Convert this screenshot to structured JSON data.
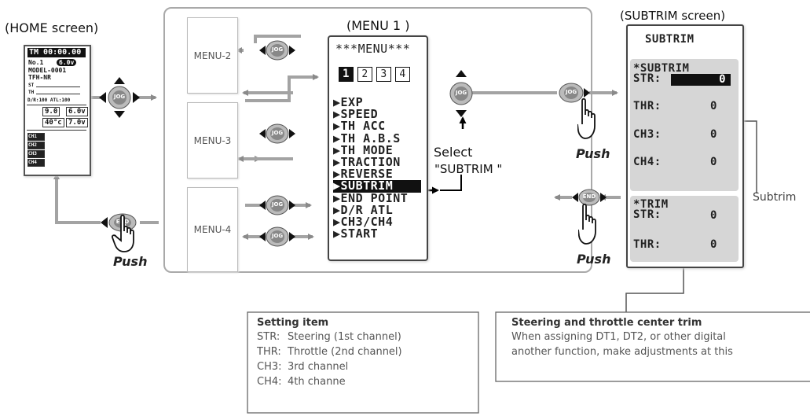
{
  "home": {
    "label": "(HOME screen)",
    "lcd": {
      "timer": "TM 00:00.00",
      "model_no": "No.1",
      "voltage": "6.0v",
      "model": "MODEL-0001",
      "type": "TFH-NR",
      "st": "ST",
      "th": "TH",
      "dr": "D/R:100 ATL:100",
      "v1": "9.0",
      "v2": "6.0v",
      "temp": "40°c",
      "v3": "7.0v",
      "ch_rows": [
        "CH1",
        "CH2",
        "CH3",
        "CH4"
      ]
    }
  },
  "menus": [
    "MENU-2",
    "MENU-3",
    "MENU-4"
  ],
  "menu1": {
    "title": "(MENU 1 )",
    "header": "***MENU***",
    "pages": [
      "1",
      "2",
      "3",
      "4"
    ],
    "items": [
      "▶EXP",
      "▶SPEED",
      "▶TH ACC",
      "▶TH A.B.S",
      "▶TH MODE",
      "▶TRACTION",
      "▶REVERSE",
      "▶SUBTRIM",
      "▶END POINT",
      "▶D/R ATL",
      "▶CH3/CH4",
      "▶START"
    ],
    "selected": 7
  },
  "select_note": {
    "line1": "Select",
    "line2": "\"SUBTRIM \""
  },
  "subtrim": {
    "label": "(SUBTRIM screen)",
    "title": "SUBTRIM",
    "group1_title": "*SUBTRIM",
    "rows1": [
      {
        "name": "STR:",
        "value": "0"
      },
      {
        "name": "THR:",
        "value": "0"
      },
      {
        "name": "CH3:",
        "value": "0"
      },
      {
        "name": "CH4:",
        "value": "0"
      }
    ],
    "group2_title": "*TRIM",
    "rows2": [
      {
        "name": "STR:",
        "value": "0"
      },
      {
        "name": "THR:",
        "value": "0"
      }
    ]
  },
  "subtrim_callout": "Subtrim",
  "buttons": {
    "jog": "JOG",
    "end": "END",
    "push": "Push"
  },
  "setting_box": {
    "title": "Setting item",
    "items": [
      {
        "key": "STR:",
        "desc": "Steering (1st channel)"
      },
      {
        "key": "THR:",
        "desc": "Throttle (2nd channel)"
      },
      {
        "key": "CH3:",
        "desc": "3rd channel"
      },
      {
        "key": "CH4:",
        "desc": "4th channe"
      }
    ]
  },
  "trim_box": {
    "title": "Steering and throttle center trim",
    "line1": "When assigning DT1, DT2, or other digital",
    "line2": "another function, make adjustments at this"
  }
}
